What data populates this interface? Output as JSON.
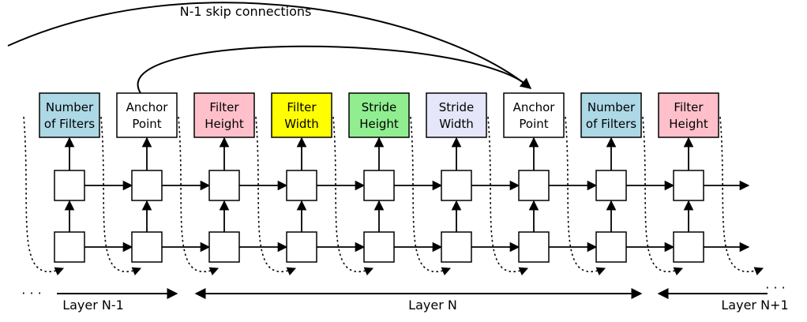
{
  "top_label": "N-1 skip connections",
  "boxes": [
    {
      "lines": [
        "Number",
        "of Filters"
      ],
      "color": "#add8e6"
    },
    {
      "lines": [
        "Anchor",
        "Point"
      ],
      "color": "#ffffff"
    },
    {
      "lines": [
        "Filter",
        "Height"
      ],
      "color": "#ffc0cb"
    },
    {
      "lines": [
        "Filter",
        "Width"
      ],
      "color": "#ffff00"
    },
    {
      "lines": [
        "Stride",
        "Height"
      ],
      "color": "#90ee90"
    },
    {
      "lines": [
        "Stride",
        "Width"
      ],
      "color": "#e6e6fa"
    },
    {
      "lines": [
        "Anchor",
        "Point"
      ],
      "color": "#ffffff"
    },
    {
      "lines": [
        "Number",
        "of Filters"
      ],
      "color": "#add8e6"
    },
    {
      "lines": [
        "Filter",
        "Height"
      ],
      "color": "#ffc0cb"
    }
  ],
  "bottom": {
    "left_ellipsis": "· · ·",
    "right_ellipsis": "· · ·",
    "layer_prev": "Layer N-1",
    "layer_curr": "Layer N",
    "layer_next": "Layer N+1"
  }
}
